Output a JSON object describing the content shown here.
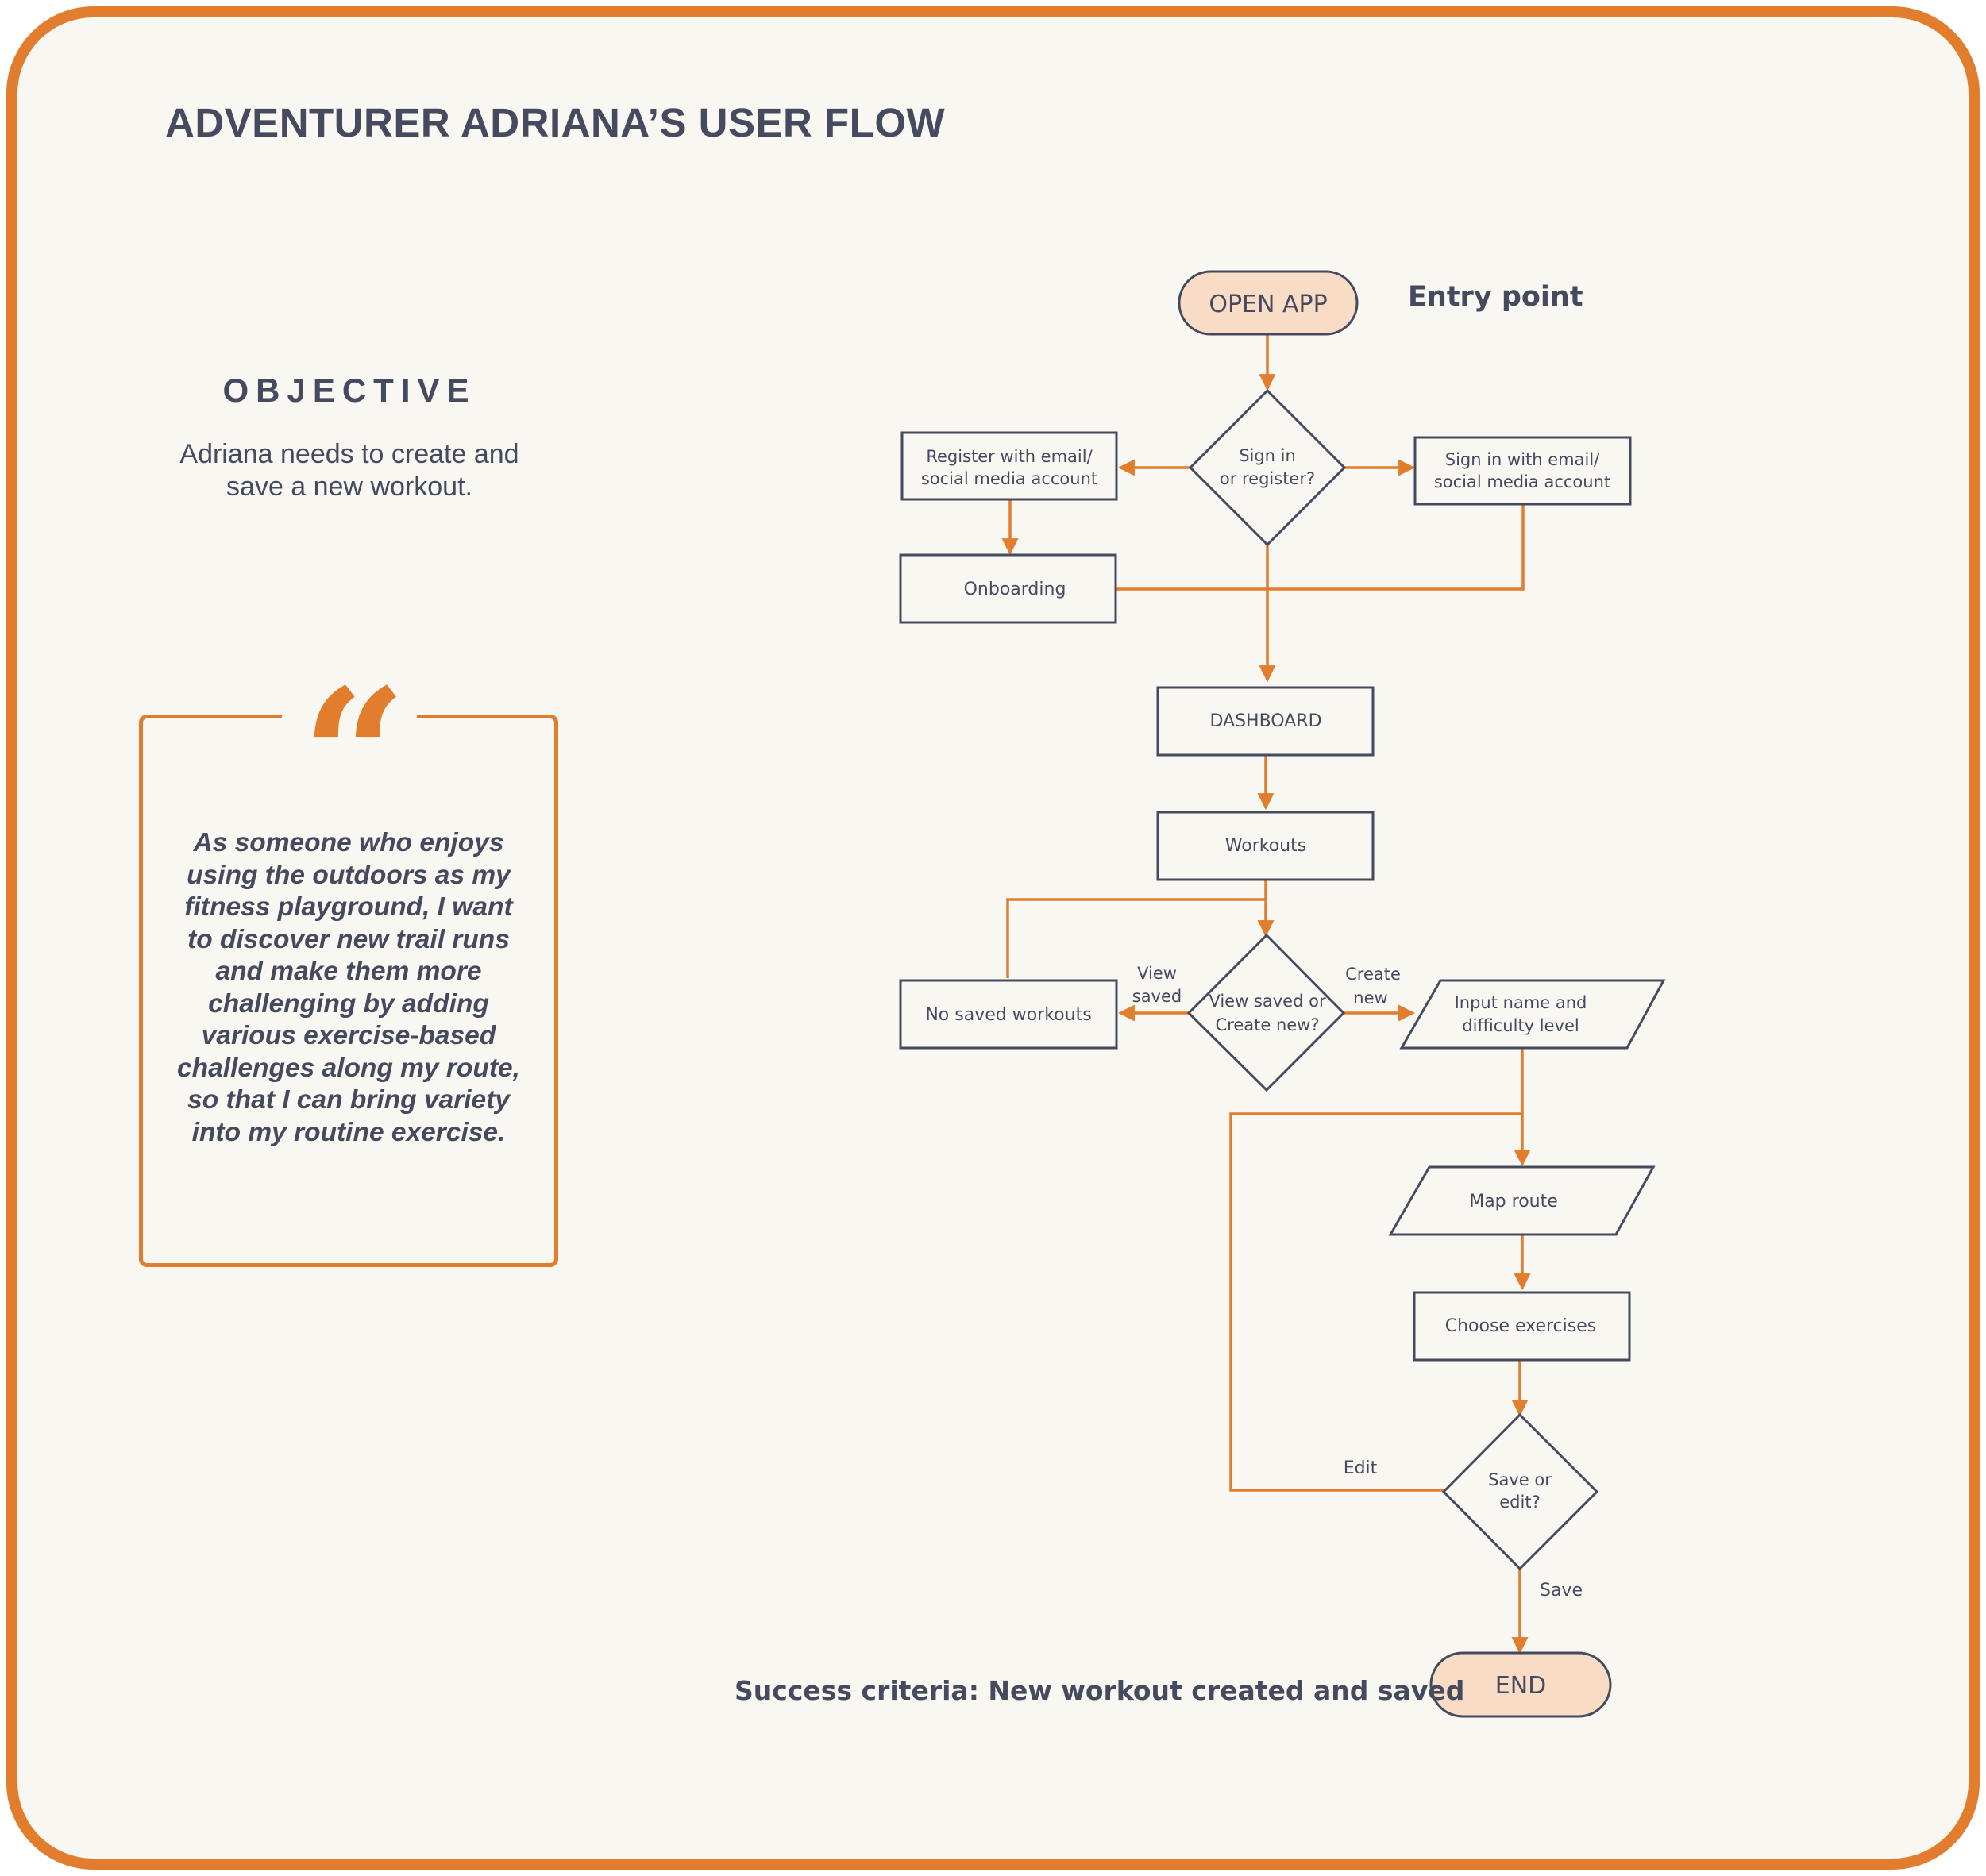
{
  "title": "ADVENTURER ADRIANA’S USER FLOW",
  "objective": {
    "heading": "OBJECTIVE",
    "line1": "Adriana needs to create and",
    "line2": "save a new workout."
  },
  "quote": {
    "mark": "“",
    "lines": [
      "As someone who enjoys",
      "using the outdoors as my",
      "fitness playground, I want",
      "to discover new trail runs",
      "and make them more",
      "challenging by adding",
      "various exercise-based",
      "challenges along my route,",
      "so that I can bring variety",
      "into my routine exercise."
    ]
  },
  "flow": {
    "entry_point": "Entry point",
    "success_criteria": "Success criteria: New workout created and saved",
    "nodes": {
      "open_app": "OPEN APP",
      "sign_in_decision": [
        "Sign in",
        "or register?"
      ],
      "register": [
        "Register with email/",
        "social media account"
      ],
      "sign_in": [
        "Sign in with email/",
        "social media account"
      ],
      "onboarding": "Onboarding",
      "dashboard": "DASHBOARD",
      "workouts": "Workouts",
      "view_create_decision": [
        "View saved or",
        "Create new?"
      ],
      "no_saved": "No saved workouts",
      "input_name": [
        "Input name and",
        "difficulty level"
      ],
      "map_route": "Map route",
      "choose_exercises": "Choose exercises",
      "save_edit_decision": [
        "Save or",
        "edit?"
      ],
      "end": "END"
    },
    "edge_labels": {
      "view_saved": [
        "View",
        "saved"
      ],
      "create_new": [
        "Create",
        "new"
      ],
      "edit": "Edit",
      "save": "Save"
    }
  },
  "colors": {
    "accent": "#e27d2d",
    "text": "#454a5e",
    "background": "#f9f7f2",
    "terminal_fill": "#f9dcc6"
  }
}
